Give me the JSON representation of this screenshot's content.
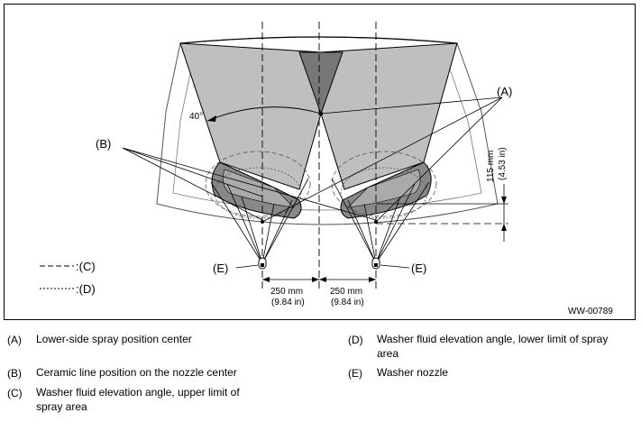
{
  "figure_id": "WW-00789",
  "angle_label": "40°",
  "callouts": {
    "A": "(A)",
    "B": "(B)",
    "E_left": "(E)",
    "E_right": "(E)"
  },
  "line_legend": [
    {
      "key": "C",
      "label": ":(C)",
      "style": "dashed"
    },
    {
      "key": "D",
      "label": ":(D)",
      "style": "dotted"
    }
  ],
  "dimensions": {
    "vertical": {
      "mm": "115 mm",
      "in": "(4.53 in)"
    },
    "left_spacing": {
      "mm": "250 mm",
      "in": "(9.84 in)"
    },
    "right_spacing": {
      "mm": "250 mm",
      "in": "(9.84 in)"
    }
  },
  "legend": [
    {
      "key": "(A)",
      "text": "Lower-side spray position center"
    },
    {
      "key": "(B)",
      "text": "Ceramic line position on the nozzle center"
    },
    {
      "key": "(C)",
      "text_line1": "Washer fluid elevation angle, upper limit of",
      "text_line2": "spray area"
    },
    {
      "key": "(D)",
      "text_line1": "Washer fluid elevation angle, lower limit of spray",
      "text_line2": "area"
    },
    {
      "key": "(E)",
      "text": "Washer nozzle"
    }
  ]
}
